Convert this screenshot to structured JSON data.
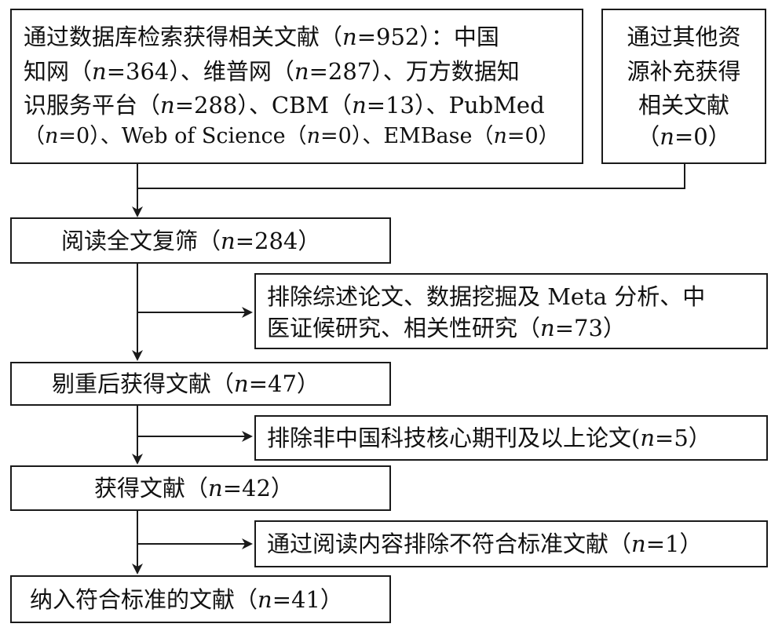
{
  "db_search": {
    "lines": [
      "通过数据库检索获得相关文献（n=952）：中国",
      "知网（n=364）、维普网（n=287）、万方数据知",
      "识服务平台（n=288）、CBM（n=13）、PubMed",
      "（n=0）、Web of Science（n=0）、EMBase（n=0）"
    ]
  },
  "other_sources": {
    "lines": [
      "通过其他资",
      "源补充获得",
      "相关文献",
      "（n=0）"
    ]
  },
  "fulltext_review": {
    "text": "阅读全文复筛（n=284）"
  },
  "exclude_1": {
    "lines": [
      "排除综述论文、数据挖掘及 Meta 分析、中",
      "医证候研究、相关性研究（n=73）"
    ]
  },
  "dedup": {
    "text": "剔重后获得文献（n=47）"
  },
  "exclude_2": {
    "text": "排除非中国科技核心期刊及以上论文(n=5）"
  },
  "obtained": {
    "text": "获得文献（n=42）"
  },
  "exclude_3": {
    "text": "通过阅读内容排除不符合标准文献（n=1）"
  },
  "included": {
    "text": "纳入符合标准的文献（n=41）"
  }
}
